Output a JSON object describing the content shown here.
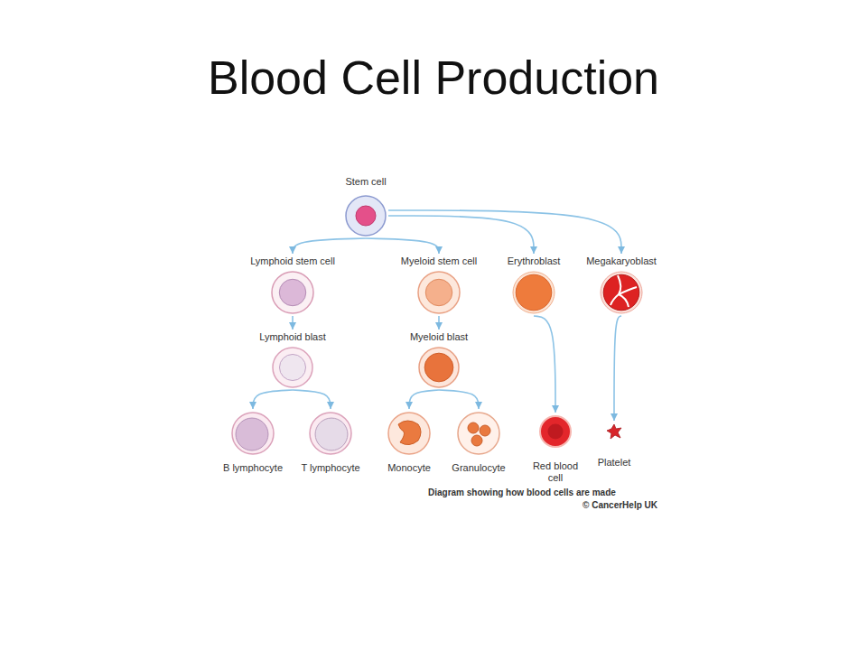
{
  "diagram": {
    "title": "Blood Cell Production",
    "caption": "Diagram showing how blood cells are made",
    "nodes": [
      {
        "text": [
          "Stem cell"
        ]
      },
      {
        "text": [
          "Lymphoid stem cell"
        ]
      },
      {
        "text": [
          "Myeloid stem cell"
        ]
      },
      {
        "text": [
          "Erythroblast"
        ]
      },
      {
        "text": [
          "Megakaryoblast"
        ]
      },
      {
        "text": [
          "Lymphoid blast"
        ]
      },
      {
        "text": [
          "Myeloid blast"
        ]
      },
      {
        "text": [
          "B lymphocyte"
        ]
      },
      {
        "text": [
          "T lymphocyte"
        ]
      },
      {
        "text": [
          "Monocyte"
        ]
      },
      {
        "text": [
          "Granulocyte"
        ]
      },
      {
        "text": [
          "Red blood cell"
        ]
      },
      {
        "text": [
          "Platelet"
        ]
      }
    ],
    "edges": [
      {
        "from": 0,
        "to": 1,
        "arrow": "to"
      },
      {
        "from": 0,
        "to": 2,
        "arrow": "to"
      },
      {
        "from": 0,
        "to": 3,
        "arrow": "to"
      },
      {
        "from": 0,
        "to": 4,
        "arrow": "to"
      },
      {
        "from": 1,
        "to": 5,
        "arrow": "to"
      },
      {
        "from": 2,
        "to": 6,
        "arrow": "to"
      },
      {
        "from": 5,
        "to": 7,
        "arrow": "to"
      },
      {
        "from": 5,
        "to": 8,
        "arrow": "to"
      },
      {
        "from": 6,
        "to": 9,
        "arrow": "to"
      },
      {
        "from": 6,
        "to": 10,
        "arrow": "to"
      },
      {
        "from": 3,
        "to": 11,
        "arrow": "to"
      },
      {
        "from": 4,
        "to": 12,
        "arrow": "to"
      }
    ],
    "labels": [
      "© CancerHelp UK"
    ]
  }
}
